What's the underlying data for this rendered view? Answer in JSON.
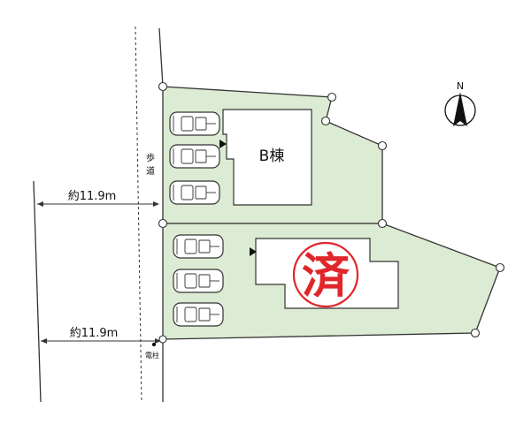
{
  "labels": {
    "building_b": "B棟",
    "sold_stamp": "済",
    "sidewalk_char_1": "歩",
    "sidewalk_char_2": "道",
    "utility_pole": "電柱",
    "distance_top": "約11.9m",
    "distance_bottom": "約11.9m",
    "north": "N"
  },
  "colors": {
    "lot_fill": "#dcebd3",
    "outline": "#333333",
    "stamp": "#e0262b",
    "building_fill": "#ffffff"
  },
  "icons": {
    "north_arrow": "compass-north-icon",
    "entrance_marker": "triangle-right-icon",
    "parked_car": "car-topview-icon"
  }
}
